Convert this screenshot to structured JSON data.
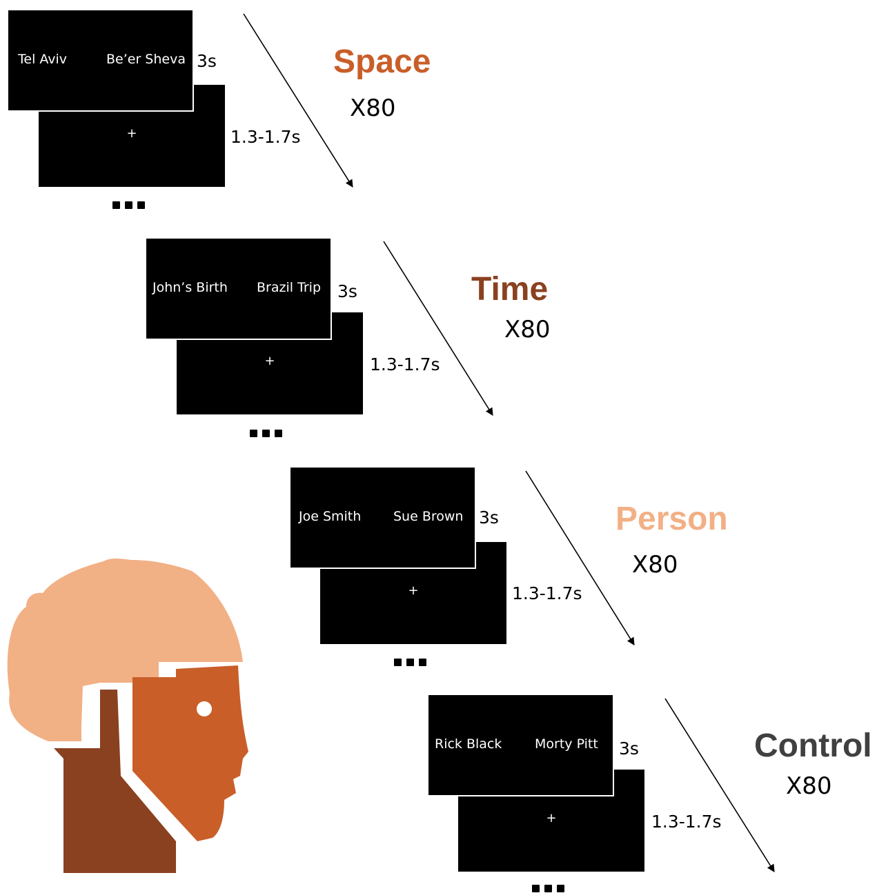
{
  "colors": {
    "space": "#C95E29",
    "time": "#8A4120",
    "person": "#F2B085",
    "control": "#404040",
    "screen_bg": "#000000",
    "screen_text": "#FFFFFF"
  },
  "conditions": [
    {
      "id": "space",
      "title": "Space",
      "repetitions": "X80",
      "words": [
        "Tel Aviv",
        "Be’er Sheva"
      ],
      "word_duration": "3s",
      "fixation": "+",
      "fixation_duration": "1.3-1.7s",
      "ellipsis": "..."
    },
    {
      "id": "time",
      "title": "Time",
      "repetitions": "X80",
      "words": [
        "John’s Birth",
        "Brazil Trip"
      ],
      "word_duration": "3s",
      "fixation": "+",
      "fixation_duration": "1.3-1.7s",
      "ellipsis": "..."
    },
    {
      "id": "person",
      "title": "Person",
      "repetitions": "X80",
      "words": [
        "Joe Smith",
        "Sue Brown"
      ],
      "word_duration": "3s",
      "fixation": "+",
      "fixation_duration": "1.3-1.7s",
      "ellipsis": "..."
    },
    {
      "id": "control",
      "title": "Control",
      "repetitions": "X80",
      "words": [
        "Rick Black",
        "Morty Pitt"
      ],
      "word_duration": "3s",
      "fixation": "+",
      "fixation_duration": "1.3-1.7s",
      "ellipsis": "..."
    }
  ],
  "icons": {
    "head": "head-profile-icon"
  }
}
